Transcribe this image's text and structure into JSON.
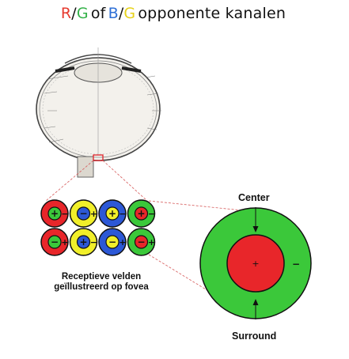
{
  "title": {
    "r": "R",
    "slash1": "/",
    "g1": "G",
    "of": "of",
    "b": "B",
    "slash2": "/",
    "g2": "G",
    "rest": "opponente kanalen"
  },
  "colors": {
    "red": "#e8262a",
    "green": "#3bc83a",
    "blue": "#2c58d6",
    "yellow": "#f1ef2a",
    "title_red": "#e63a2f",
    "title_green": "#35b24a",
    "title_blue": "#2e6fd6",
    "title_yellow": "#e7d21a",
    "guide": "#d65a5a"
  },
  "receptive_fields": [
    {
      "outer": "red",
      "inner": "green",
      "center_sign": "+",
      "surround_sign": "−"
    },
    {
      "outer": "yellow",
      "inner": "blue",
      "center_sign": "−",
      "surround_sign": "+"
    },
    {
      "outer": "blue",
      "inner": "yellow",
      "center_sign": "+",
      "surround_sign": "−"
    },
    {
      "outer": "green",
      "inner": "red",
      "center_sign": "+",
      "surround_sign": "−"
    },
    {
      "outer": "red",
      "inner": "green",
      "center_sign": "−",
      "surround_sign": "+"
    },
    {
      "outer": "yellow",
      "inner": "blue",
      "center_sign": "+",
      "surround_sign": "−"
    },
    {
      "outer": "blue",
      "inner": "yellow",
      "center_sign": "−",
      "surround_sign": "+"
    },
    {
      "outer": "green",
      "inner": "red",
      "center_sign": "−",
      "surround_sign": "+"
    }
  ],
  "caption": {
    "line1": "Receptieve velden",
    "line2": "geïllustreerd op fovea"
  },
  "big_field": {
    "center_label": "Center",
    "surround_label": "Surround",
    "center_sign": "+",
    "surround_sign": "−"
  },
  "eye_sketch": {
    "description_icon": "eye-cross-section-icon"
  }
}
